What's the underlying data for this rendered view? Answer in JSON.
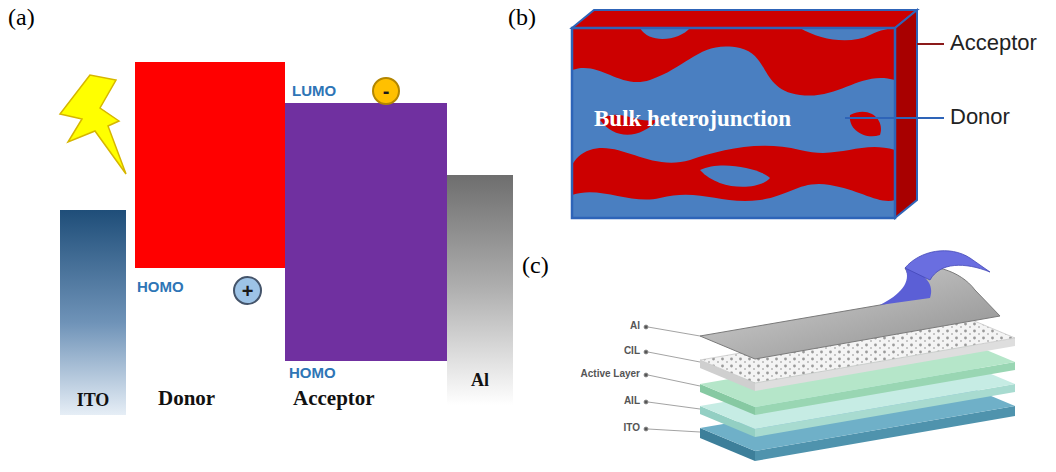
{
  "diagram": {
    "nodes": [
      {
        "text": [
          "-"
        ]
      },
      {
        "text": [
          "ITO"
        ]
      },
      {
        "text": [
          "+"
        ]
      },
      {
        "text": [
          "Al"
        ]
      },
      {
        "text": [
          "Bulk heterojunction"
        ]
      }
    ],
    "labels": [
      "(a)",
      "LUMO",
      "HOMO",
      "HOMO",
      "Donor",
      "Acceptor",
      "(b)",
      "Acceptor",
      "Donor",
      "(c)",
      "Al",
      "CIL",
      "Active Layer",
      "AIL",
      "ITO"
    ]
  }
}
